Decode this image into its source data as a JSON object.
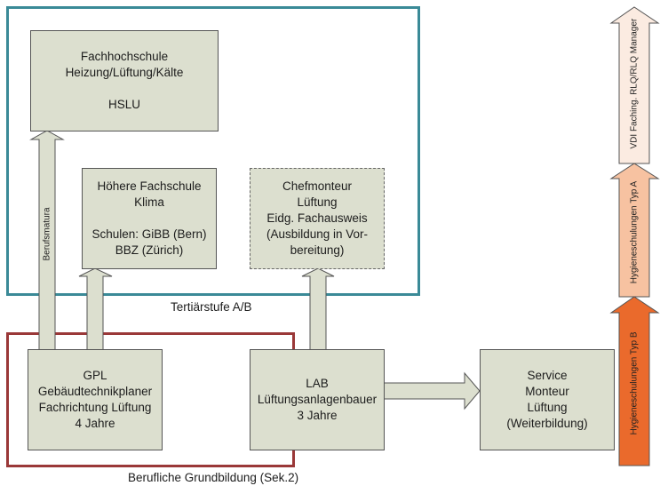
{
  "frames": {
    "tertiary": {
      "label": "Tertiärstufe A/B",
      "color": "#3a8a97"
    },
    "basic": {
      "label": "Berufliche Grundbildung (Sek.2)",
      "color": "#9a3838"
    }
  },
  "boxes": {
    "fachhochschule": {
      "lines": [
        "Fachhochschule",
        "Heizung/Lüftung/Kälte",
        "",
        "HSLU"
      ]
    },
    "hoehere_fachschule": {
      "lines": [
        "Höhere Fachschule",
        "Klima",
        "",
        "Schulen: GiBB (Bern)",
        "BBZ (Zürich)"
      ]
    },
    "chefmonteur": {
      "lines": [
        "Chefmonteur",
        "Lüftung",
        "Eidg. Fachausweis",
        "(Ausbildung in Vor-",
        "bereitung)"
      ]
    },
    "gpl": {
      "lines": [
        "GPL",
        "Gebäudtechnikplaner",
        "Fachrichtung Lüftung",
        "4 Jahre"
      ]
    },
    "lab": {
      "lines": [
        "LAB",
        "Lüftungsanlagenbauer",
        "3 Jahre"
      ]
    },
    "service": {
      "lines": [
        "Service",
        "Monteur",
        "Lüftung",
        "(Weiterbildung)"
      ]
    }
  },
  "arrows": {
    "berufsmatura": {
      "label": "Berufsmatura"
    }
  },
  "side_arrows": [
    {
      "label": "VDI Faching. RLQ/RLQ Manager",
      "color": "#fbebe1"
    },
    {
      "label": "Hygieneschulungen Typ A",
      "color": "#f7c2a1"
    },
    {
      "label": "Hygieneschulungen Typ B",
      "color": "#ea6a2c"
    }
  ],
  "colors": {
    "box_fill": "#dcdfcf",
    "box_border": "#555555"
  }
}
